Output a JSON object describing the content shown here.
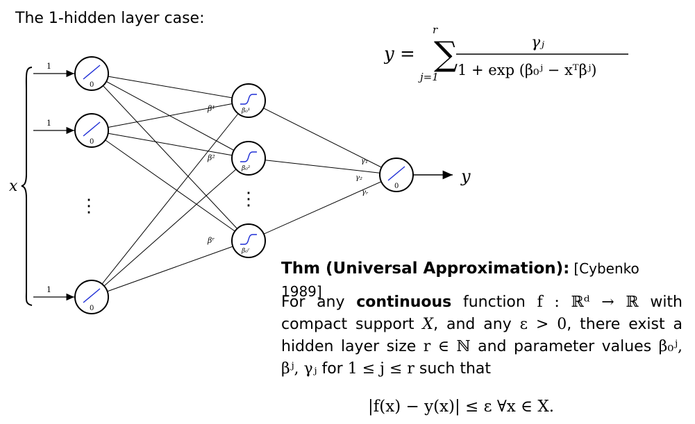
{
  "title": "The 1-hidden layer case:",
  "input_label": "x",
  "output_label": "y",
  "input_weight_label": "1",
  "identity_bias_label": "0",
  "hidden_weight_labels": [
    "β¹",
    "β²",
    "βʳ"
  ],
  "hidden_bias_labels": [
    "β₀¹",
    "β₀²",
    "β₀ʳ"
  ],
  "output_weight_labels": [
    "γ₁",
    "γ₂",
    "γᵣ"
  ],
  "vertical_dots": "⋮",
  "formula": {
    "lhs": "y =",
    "sum_upper": "r",
    "sum_lower": "j=1",
    "numerator": "γⱼ",
    "denominator": "1 + exp (β₀ʲ − xᵀβʲ)"
  },
  "theorem": {
    "heading": "Thm (Universal Approximation):",
    "citation": "[Cybenko 1989]",
    "body_1": "For any ",
    "body_bold": "continuous",
    "body_2": " function ",
    "math_1": "f : ℝᵈ → ℝ",
    "body_3": " with compact support ",
    "math_2": "X",
    "body_4": ", and any ",
    "math_3": "ε > 0",
    "body_5": ", there exist a hidden layer size ",
    "math_4": "r ∈ ℕ",
    "body_6": " and parameter values ",
    "math_5": "β₀ʲ, βʲ, γⱼ",
    "body_7": " for ",
    "math_6": "1 ≤ j ≤ r",
    "body_8": " such that",
    "equation": "|f(x) − y(x)| ≤ ε    ∀x ∈ X."
  },
  "colors": {
    "activation": "#1f2fd6",
    "ink": "#000000"
  }
}
